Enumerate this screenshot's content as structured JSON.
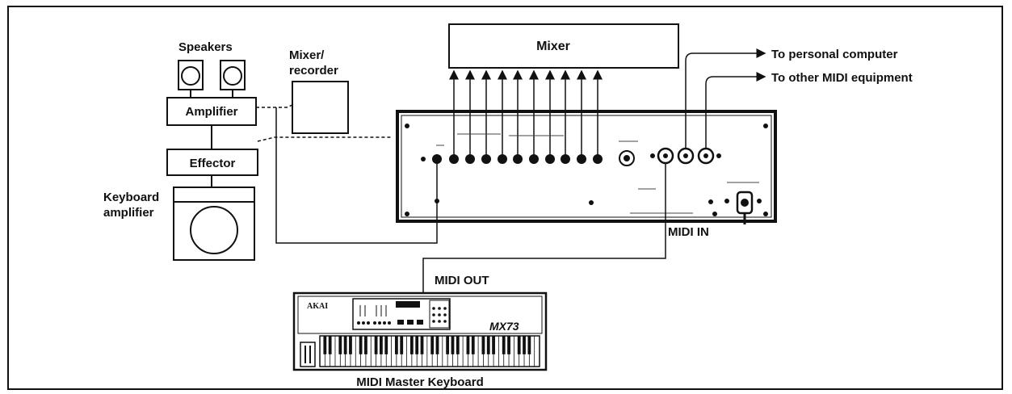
{
  "labels": {
    "speakers": "Speakers",
    "mixer_recorder_line1": "Mixer/",
    "mixer_recorder_line2": "recorder",
    "amplifier": "Amplifier",
    "effector": "Effector",
    "keyboard_amp_line1": "Keyboard",
    "keyboard_amp_line2": "amplifier",
    "mixer": "Mixer",
    "to_personal_computer": "To personal computer",
    "to_other_midi": "To other MIDI equipment",
    "midi_in": "MIDI IN",
    "midi_out": "MIDI OUT",
    "keyboard_caption": "MIDI Master Keyboard",
    "keyboard_brand": "AKAI",
    "keyboard_model": "MX73"
  },
  "colors": {
    "ink": "#111111",
    "paper": "#ffffff"
  }
}
